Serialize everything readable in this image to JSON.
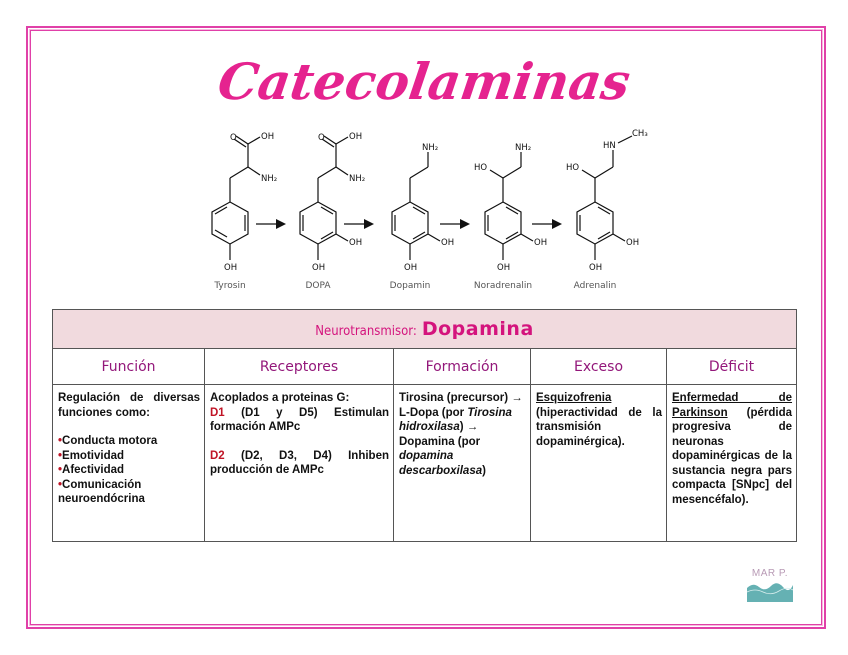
{
  "title": "Catecolaminas",
  "pathway": {
    "molecules": [
      {
        "name": "Tyrosin",
        "groups": [
          "O",
          "OH",
          "NH2",
          "OH"
        ]
      },
      {
        "name": "DOPA",
        "groups": [
          "O",
          "OH",
          "NH2",
          "OH",
          "OH"
        ]
      },
      {
        "name": "Dopamin",
        "groups": [
          "NH2",
          "OH",
          "OH"
        ]
      },
      {
        "name": "Noradrenalin",
        "groups": [
          "HO",
          "NH2",
          "OH",
          "OH"
        ]
      },
      {
        "name": "Adrenalin",
        "groups": [
          "HN",
          "CH3",
          "HO",
          "OH",
          "OH"
        ]
      }
    ],
    "arrow_icon": "right-arrow"
  },
  "table": {
    "header_label": "Neurotransmisor:",
    "header_value": "Dopamina",
    "columns": [
      "Función",
      "Receptores",
      "Formación",
      "Exceso",
      "Déficit"
    ],
    "funcion": {
      "intro": "Regulación de diversas funciones como:",
      "bullet_char": "•",
      "items": [
        "Conducta motora",
        "Emotividad",
        "Afectividad",
        "Comunicación neuroendócrina"
      ]
    },
    "receptores": {
      "intro": "Acoplados a proteinas G:",
      "d1_label": "D1",
      "d1_text": "(D1 y D5) Estimulan formación AMPc",
      "d2_label": "D2",
      "d2_text": "(D2, D3, D4) Inhiben producción de AMPc"
    },
    "formacion": {
      "tirosina": "Tirosina",
      "precursor": "(precursor)",
      "arrow1": "→",
      "ldopa": "L-Dopa (por",
      "enzyme1": "Tirosina hidroxilasa",
      "close1": ")",
      "arrow2": "→",
      "dopamina": "Dopamina (por",
      "enzyme2": "dopamina descarboxilasa",
      "close2": ")"
    },
    "exceso": {
      "title": "Esquizofrenia",
      "text": "(hiperactividad de la transmisión dopaminérgica)."
    },
    "deficit": {
      "title": "Enfermedad de Parkinson",
      "text": "(pérdida progresiva de neuronas dopaminérgicas de la sustancia negra pars compacta [SNpc] del mesencéfalo)."
    }
  },
  "watermark": {
    "text": "MAR P."
  },
  "colors": {
    "frame": "#e040a8",
    "title": "#e5238f",
    "header_bg": "#f1dade",
    "header_text": "#d4147d",
    "column_header_text": "#93177a",
    "receptor_highlight": "#c01426",
    "logo_wave": "#4aa3a6"
  }
}
